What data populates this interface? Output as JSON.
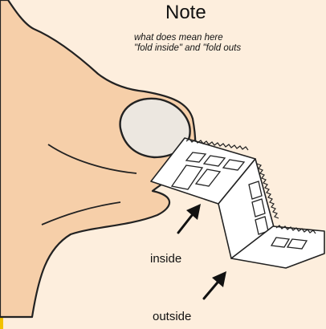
{
  "note": {
    "title": "Note",
    "caption_line1": "what does mean here",
    "caption_line2": "\"fold inside\" and \"fold outs"
  },
  "labels": {
    "inside": "inside",
    "outside": "outside"
  },
  "colors": {
    "background": "#fdeedd",
    "skin": "#f6cfa9",
    "nail": "#ece7e0",
    "outline": "#222222",
    "yellow_edge": "#f2c200"
  },
  "icons": {
    "arrow": "arrow-up-right-icon"
  }
}
